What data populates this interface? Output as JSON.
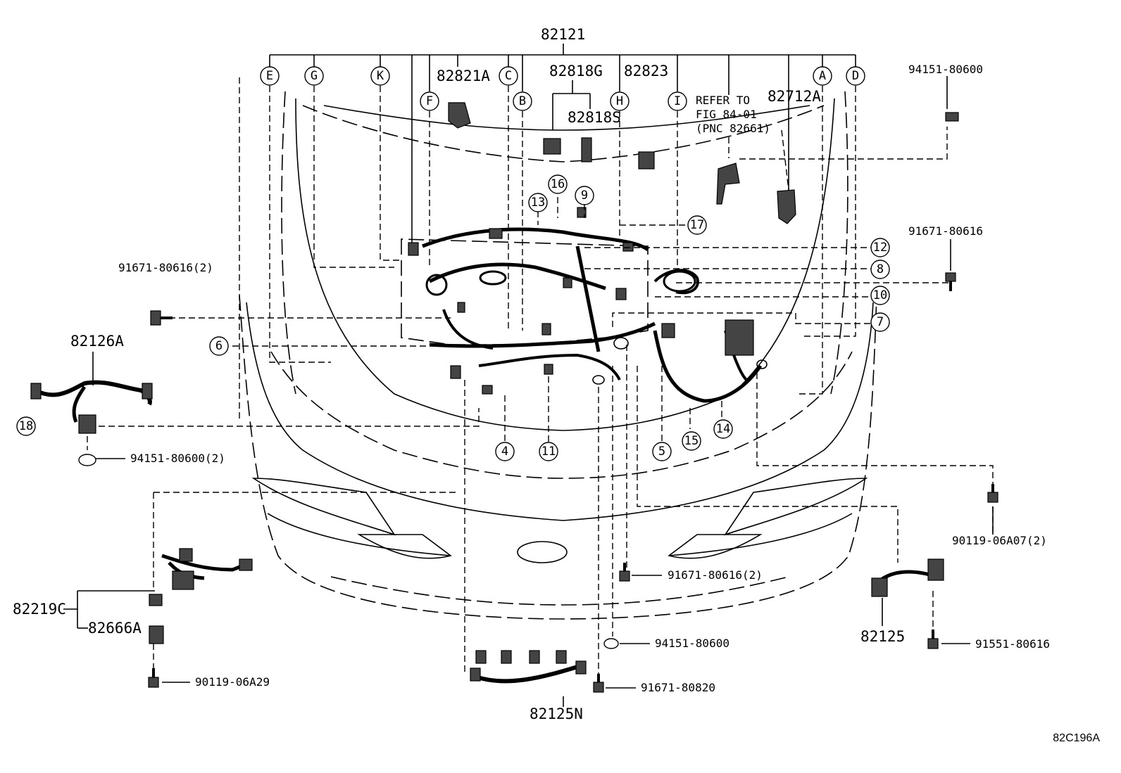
{
  "main_part": "82121",
  "letters": [
    "E",
    "G",
    "K",
    "F",
    "C",
    "B",
    "H",
    "I",
    "A",
    "D"
  ],
  "callouts": [
    "16",
    "9",
    "13",
    "17",
    "12",
    "8",
    "10",
    "7",
    "6",
    "18",
    "4",
    "11",
    "5",
    "15",
    "14"
  ],
  "parts": {
    "p82821A": "82821A",
    "p82818G": "82818G",
    "p82818S": "82818S",
    "p82823": "82823",
    "p82712A": "82712A",
    "p82126A": "82126A",
    "p82219C": "82219C",
    "p82666A": "82666A",
    "p82125N": "82125N",
    "p82125": "82125"
  },
  "fasteners": {
    "f1": "94151-80600",
    "f2": "91671-80616",
    "f3": "91671-80616(2)",
    "f4": "94151-80600(2)",
    "f5": "91671-80616(2)",
    "f6": "94151-80600",
    "f7": "91671-80820",
    "f8": "90119-06A07(2)",
    "f9": "91551-80616",
    "f10": "90119-06A29"
  },
  "refer": {
    "line1": "REFER TO",
    "line2": "FIG 84-01",
    "line3": "(PNC 82661)"
  },
  "figure_code": "82C196A"
}
